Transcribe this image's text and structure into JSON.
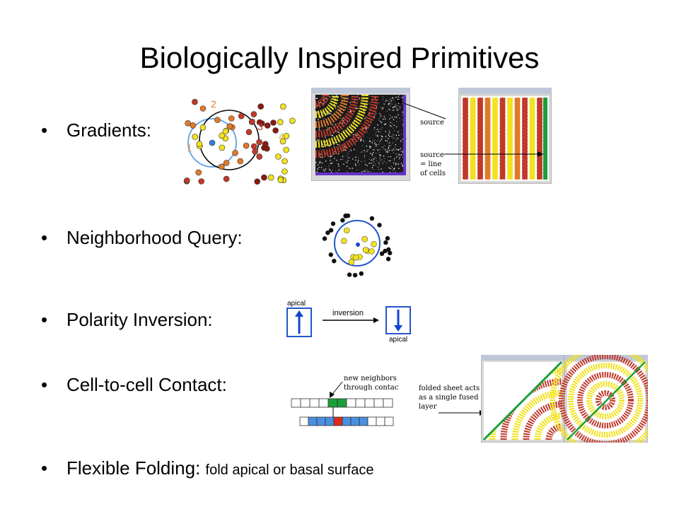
{
  "slide": {
    "title": "Biologically Inspired Primitives",
    "bullets": {
      "gradients": "Gradients:",
      "neighborhood": "Neighborhood Query:",
      "polarity": "Polarity Inversion:",
      "contact": "Cell-to-cell Contact:",
      "folding": "Flexible Folding:",
      "folding_sub": "fold apical or basal surface"
    }
  },
  "gradient_fig": {
    "hop_labels": [
      "1",
      "2",
      "3",
      "4"
    ],
    "source_label": "source",
    "source_line_label": [
      "source",
      "= line",
      "of cells"
    ]
  },
  "polarity_fig": {
    "apical_top": "apical",
    "inversion": "inversion",
    "apical_bottom": "apical"
  },
  "contact_fig": {
    "new_neighbors": [
      "new neighbors",
      "through contact"
    ]
  },
  "folding_fig": {
    "caption": [
      "folded sheet acts",
      "as a single fused",
      "layer"
    ]
  },
  "colors": {
    "red": "#c0392b",
    "dark_red": "#8b1a0e",
    "orange": "#e07a2a",
    "yellow": "#f2e21f",
    "blue": "#2f7fe0",
    "green": "#1aa03a",
    "purple": "#6633cc"
  }
}
